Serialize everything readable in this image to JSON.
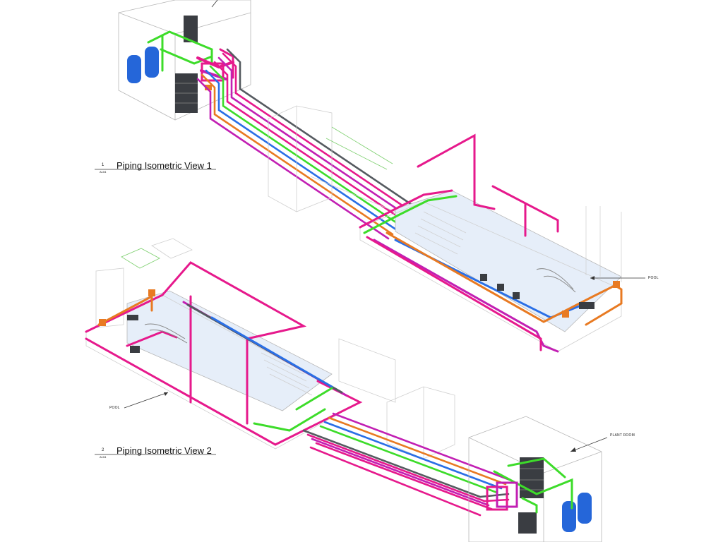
{
  "views": [
    {
      "number": "1",
      "sheet": "A104",
      "title": "Piping Isometric View 1"
    },
    {
      "number": "2",
      "sheet": "A104",
      "title": "Piping Isometric View 2"
    }
  ],
  "callouts": {
    "pool_1": "POOL",
    "pool_2": "POOL",
    "plant_room": "PLANT ROOM"
  },
  "colors": {
    "magenta": "#e6198c",
    "violet": "#c21fb3",
    "green": "#3ddc2a",
    "blue": "#2a6fe6",
    "orange": "#e87a22",
    "gray": "#555a60",
    "equipment_dark": "#3a3d42",
    "tank_blue": "#2566d9",
    "pool_water": "#e6eef9",
    "outline": "#b7b7b7",
    "faint_green": "#7ccf6d"
  }
}
